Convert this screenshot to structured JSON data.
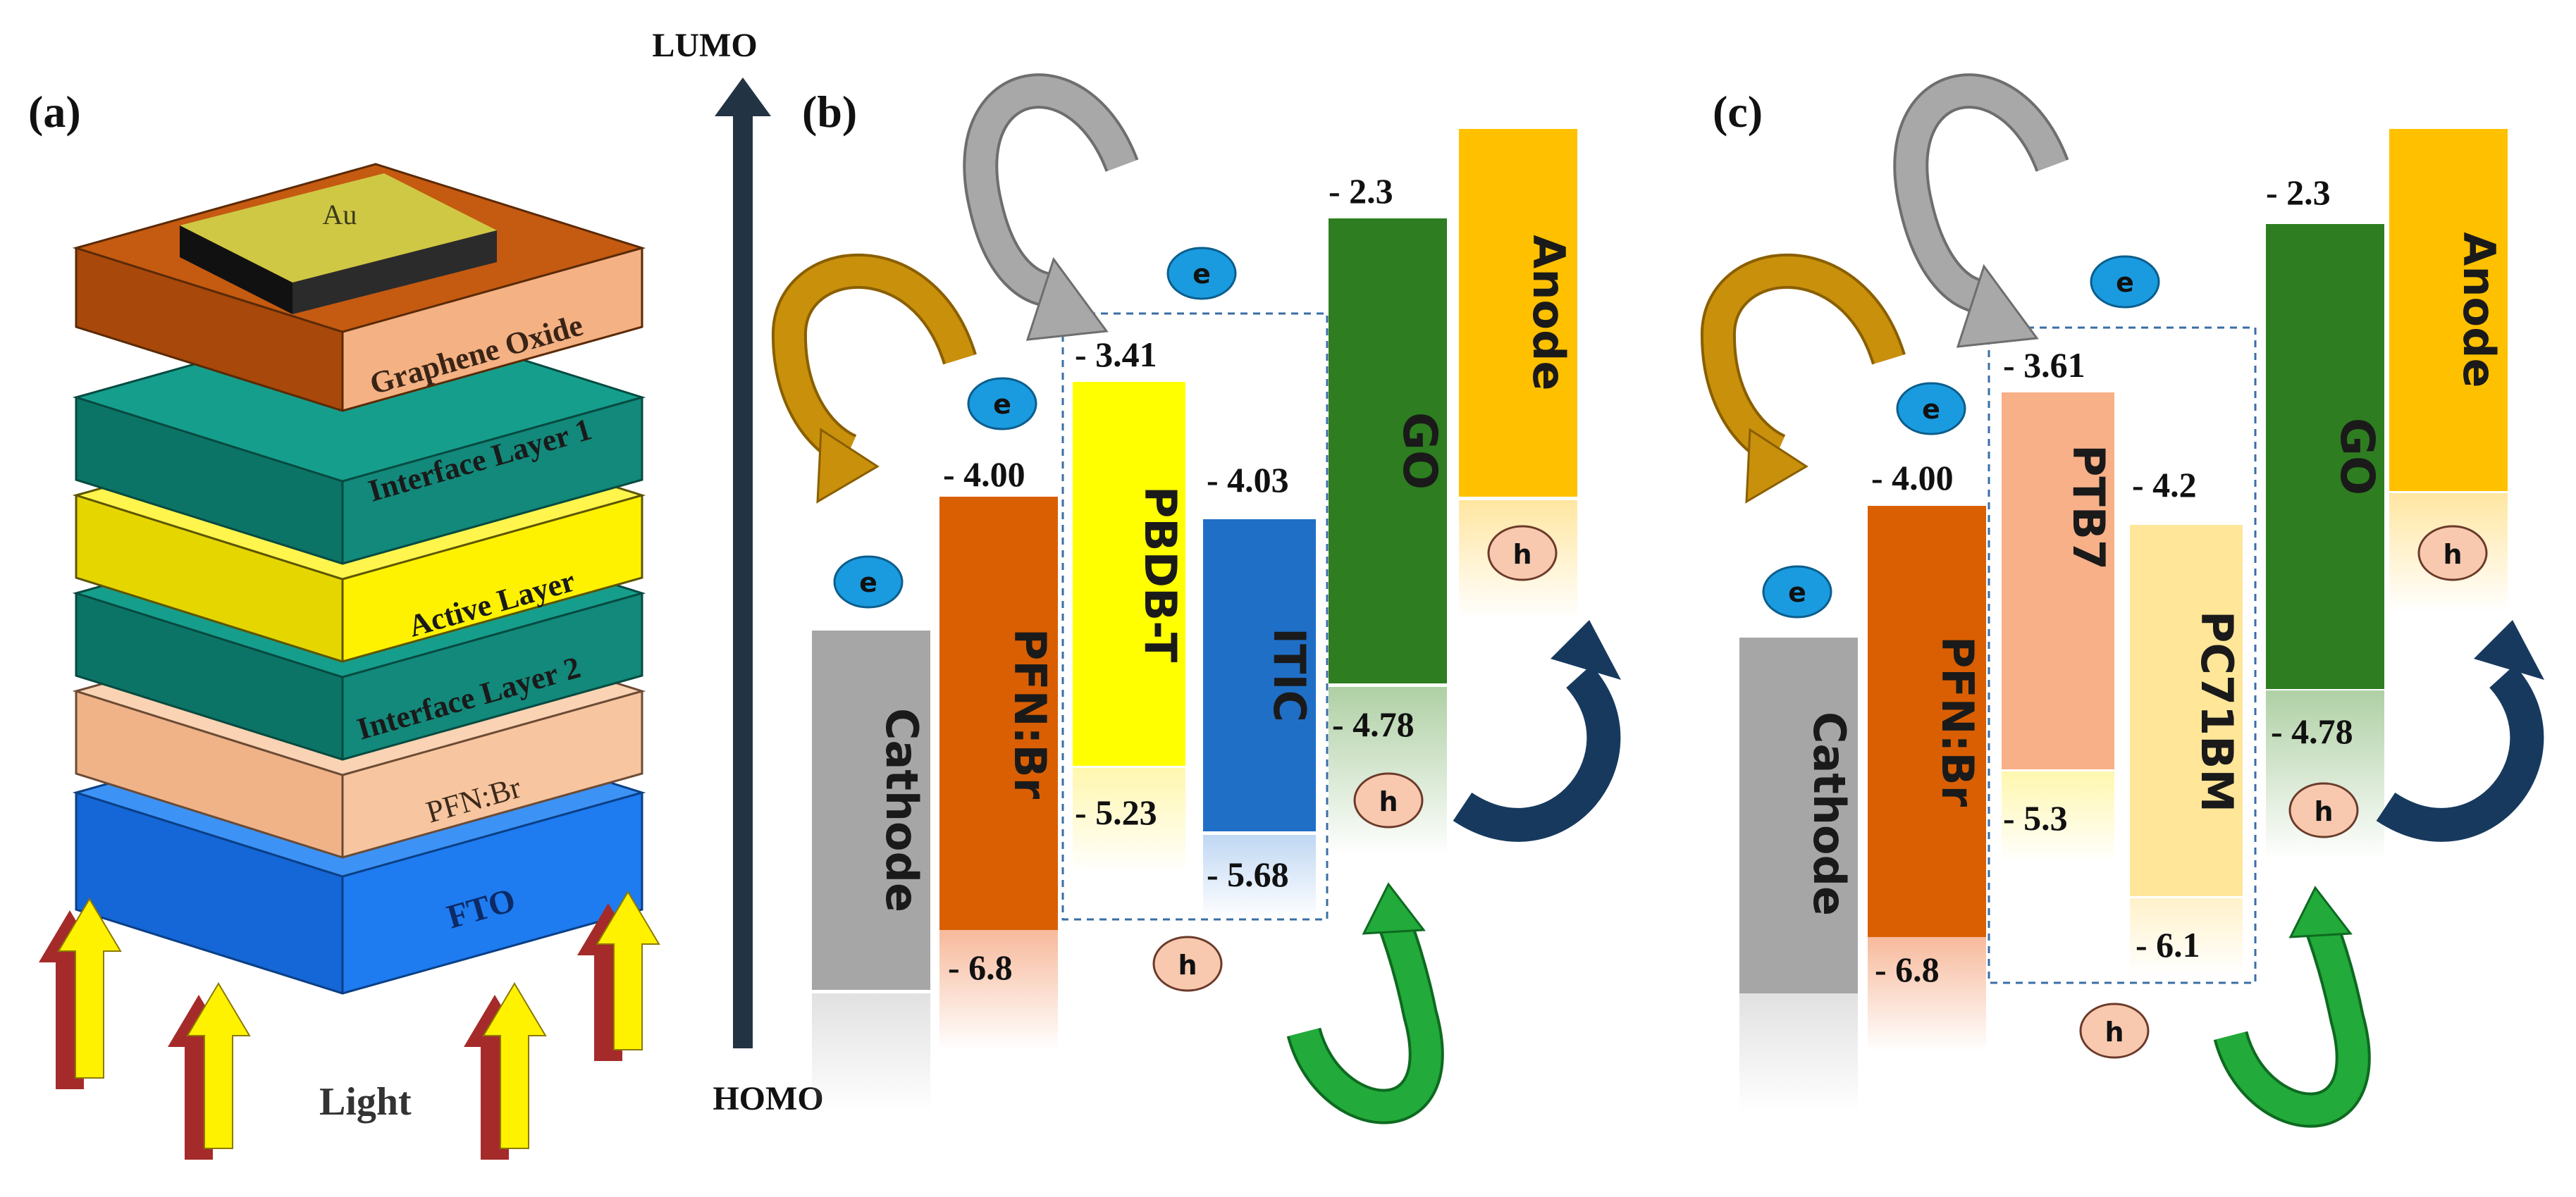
{
  "panel_a": {
    "label": "(a)",
    "layers": [
      "Au",
      "Graphene Oxide",
      "Interface Layer 1",
      "Active Layer",
      "Interface Layer 2",
      "PFN:Br",
      "FTO"
    ],
    "light_label": "Light"
  },
  "axis": {
    "top_label": "LUMO",
    "bottom_label": "HOMO"
  },
  "panel_b": {
    "label": "(b)",
    "cathode": "Cathode",
    "pfn": "PFN:Br",
    "donor": "PBDB-T",
    "acceptor": "ITIC",
    "go": "GO",
    "anode": "Anode",
    "pfn_lumo": "- 4.00",
    "pfn_homo": "- 6.8",
    "donor_lumo": "- 3.41",
    "donor_homo": "- 5.23",
    "acceptor_lumo": "- 4.03",
    "acceptor_homo": "- 5.68",
    "go_lumo": "- 2.3",
    "go_homo": "- 4.78"
  },
  "panel_c": {
    "label": "(c)",
    "cathode": "Cathode",
    "pfn": "PFN:Br",
    "donor": "PTB7",
    "acceptor": "PC71BM",
    "go": "GO",
    "anode": "Anode",
    "pfn_lumo": "- 4.00",
    "pfn_homo": "- 6.8",
    "donor_lumo": "- 3.61",
    "donor_homo": "- 5.3",
    "acceptor_lumo": "- 4.2",
    "acceptor_homo": "- 6.1",
    "go_lumo": "- 2.3",
    "go_homo": "- 4.78"
  },
  "carriers": {
    "electron": "e",
    "hole": "h"
  },
  "colors": {
    "fto": "#1E7BF0",
    "pfn_layer": "#F7C59F",
    "interface": "#12897A",
    "active": "#FFF200",
    "go_layer": "#C55A11",
    "au": "#CFC844",
    "cathode": "#A6A6A6",
    "pfn_bar": "#D95F02",
    "pbdbt": "#FFFF00",
    "itic": "#1F6FC7",
    "go_bar": "#2E7D20",
    "anode": "#FFC000",
    "ptb7": "#F8B088",
    "pc71bm": "#FFE699",
    "axis": "#223344",
    "electron": "#1A9BE0",
    "hole": "#F8C9AF",
    "arrow_gray": "#A8A8A8",
    "arrow_gold": "#C9900C",
    "arrow_navy": "#17395E",
    "arrow_green": "#22AA3A",
    "light_arrow": "#FFF200"
  }
}
